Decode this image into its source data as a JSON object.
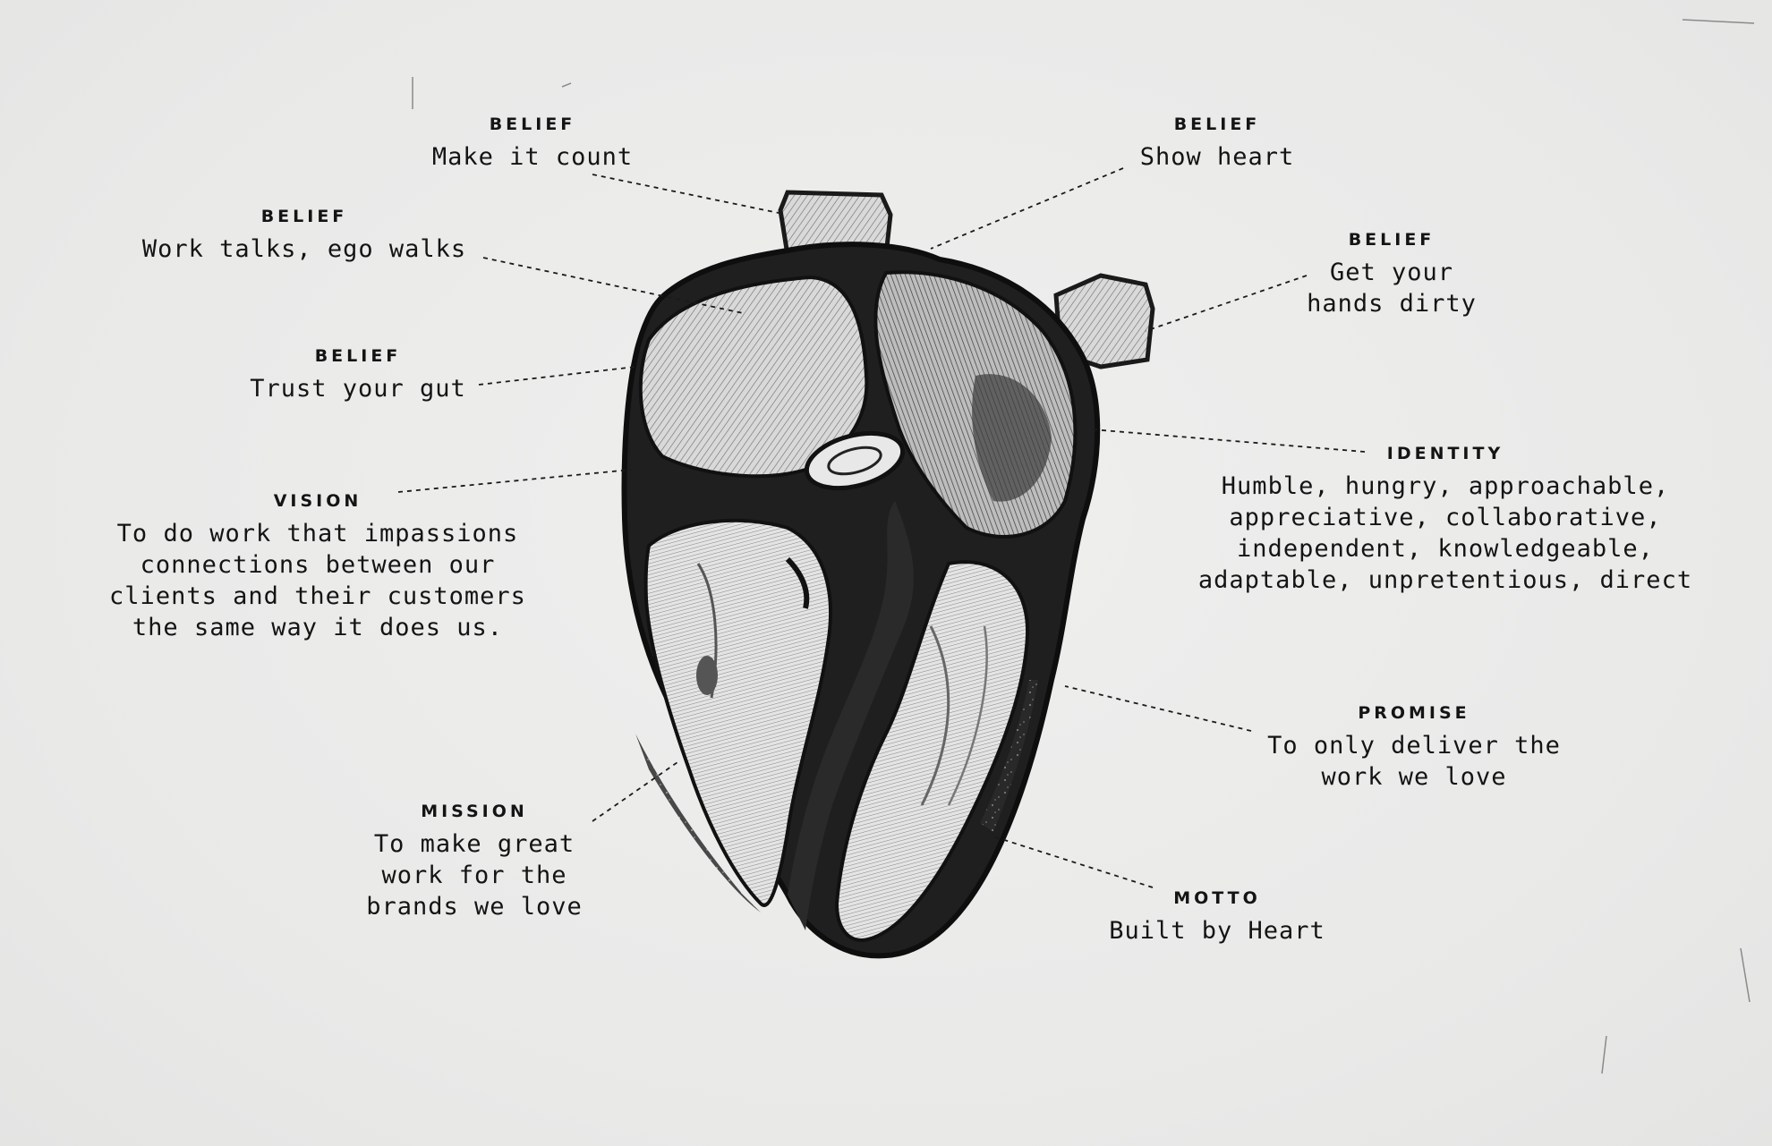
{
  "colors": {
    "background": "#ebebea",
    "ink": "#141414",
    "heart_dark": "#1a1a1a",
    "heart_mid": "#555555",
    "heart_light": "#cfcfcf"
  },
  "annotations": {
    "belief_make_it_count": {
      "kicker": "BELIEF",
      "text": "Make it count"
    },
    "belief_show_heart": {
      "kicker": "BELIEF",
      "text": "Show heart"
    },
    "belief_work_talks": {
      "kicker": "BELIEF",
      "text": "Work talks, ego walks"
    },
    "belief_hands_dirty": {
      "kicker": "BELIEF",
      "text": "Get your\nhands dirty"
    },
    "belief_trust_gut": {
      "kicker": "BELIEF",
      "text": "Trust your gut"
    },
    "identity": {
      "kicker": "IDENTITY",
      "text": "Humble, hungry, approachable,\nappreciative, collaborative,\nindependent, knowledgeable,\nadaptable, unpretentious, direct"
    },
    "vision": {
      "kicker": "VISION",
      "text": "To do work that impassions\nconnections between our\nclients and their customers\nthe same way it does us."
    },
    "promise": {
      "kicker": "PROMISE",
      "text": "To only deliver the\nwork we love"
    },
    "mission": {
      "kicker": "MISSION",
      "text": "To make great\nwork for the\nbrands we love"
    },
    "motto": {
      "kicker": "MOTTO",
      "text": "Built by Heart"
    }
  }
}
